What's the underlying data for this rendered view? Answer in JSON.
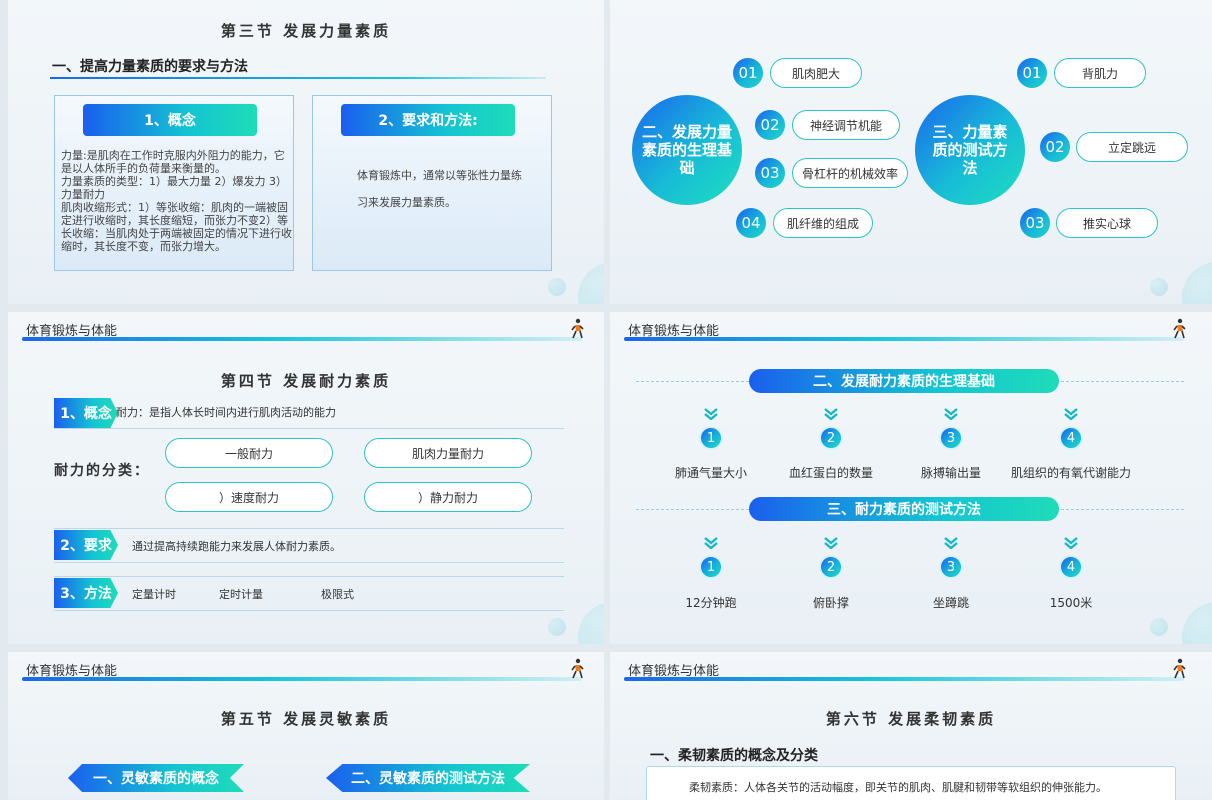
{
  "slide1": {
    "title": "第三节    发展力量素质",
    "subtitle": "一、提高力量素质的要求与方法",
    "box1": {
      "header": "1、概念",
      "lines": [
        "力量:是肌肉在工作时克服内外阻力的能力，它是以人体所手的负荷量来衡量的。",
        "力量素质的类型：1）最大力量 2）爆发力 3）力量耐力",
        "肌肉收缩形式：1）等张收缩：肌肉的一端被固定进行收缩时，其长度缩短，而张力不变2）等长收缩：当肌肉处于两端被固定的情况下进行收缩时，其长度不变，而张力增大。"
      ]
    },
    "box2": {
      "header": "2、要求和方法:",
      "text": "体育锻炼中，通常以等张性力量练习来发展力量素质。"
    }
  },
  "slide2": {
    "circle_left": "二、发展力量素质的生理基础",
    "circle_right": "三、力量素质的测试方法",
    "left_items": [
      {
        "num": "01",
        "label": "肌肉肥大"
      },
      {
        "num": "02",
        "label": "神经调节机能"
      },
      {
        "num": "03",
        "label": "骨杠杆的机械效率"
      },
      {
        "num": "04",
        "label": "肌纤维的组成"
      }
    ],
    "right_items": [
      {
        "num": "01",
        "label": "背肌力"
      },
      {
        "num": "02",
        "label": "立定跳远"
      },
      {
        "num": "03",
        "label": "推实心球"
      }
    ]
  },
  "slide3": {
    "header": "体育锻炼与体能",
    "title": "第四节    发展耐力素质",
    "concept_tag": "1、概念",
    "concept_text": "耐力：是指人体长时间内进行肌肉活动的能力",
    "class_label": "耐力的分类：",
    "pills": [
      "一般耐力",
      "肌肉力量耐力",
      "）速度耐力",
      "）静力耐力"
    ],
    "req_tag": "2、要求",
    "req_text": "通过提高持续跑能力来发展人体耐力素质。",
    "method_tag": "3、方法",
    "methods": [
      "定量计时",
      "定时计量",
      "极限式"
    ]
  },
  "slide4": {
    "header": "体育锻炼与体能",
    "banner1": "二、发展耐力素质的生理基础",
    "row1": [
      {
        "num": "1",
        "label": "肺通气量大小"
      },
      {
        "num": "2",
        "label": "血红蛋白的数量"
      },
      {
        "num": "3",
        "label": "脉搏输出量"
      },
      {
        "num": "4",
        "label": "肌组织的有氧代谢能力"
      }
    ],
    "banner2": "三、耐力素质的测试方法",
    "row2": [
      {
        "num": "1",
        "label": "12分钟跑"
      },
      {
        "num": "2",
        "label": "俯卧撑"
      },
      {
        "num": "3",
        "label": "坐蹲跳"
      },
      {
        "num": "4",
        "label": "1500米"
      }
    ]
  },
  "slide5": {
    "header": "体育锻炼与体能",
    "title": "第五节    发展灵敏素质",
    "tag1": "一、灵敏素质的概念",
    "tag2": "二、灵敏素质的测试方法"
  },
  "slide6": {
    "header": "体育锻炼与体能",
    "title": "第六节    发展柔韧素质",
    "subtitle": "一、柔韧素质的概念及分类",
    "text": "柔韧素质：人体各关节的活动幅度，即关节的肌肉、肌腱和韧带等软组织的伸张能力。"
  },
  "colors": {
    "accent_blue": "#1a5fee",
    "accent_teal": "#14c4d2",
    "pill_border": "#2ec4c7"
  }
}
